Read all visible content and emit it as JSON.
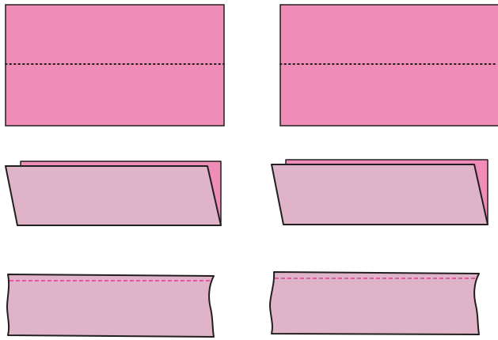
{
  "colors": {
    "background": "#ffffff",
    "pink_sheet": "#f08cb8",
    "folded_front": "#e0b4c8",
    "outline": "#231f20",
    "fold_line": "#231f20",
    "stitch_line": "#ec1c8c"
  },
  "diagram": {
    "columns": [
      "left",
      "right"
    ],
    "steps": [
      {
        "step": "unfolded-sheet",
        "marking": "dotted-fold-line"
      },
      {
        "step": "folded-in-half",
        "marking": "none"
      },
      {
        "step": "stitched-strip",
        "marking": "dashed-stitch-line"
      }
    ]
  }
}
